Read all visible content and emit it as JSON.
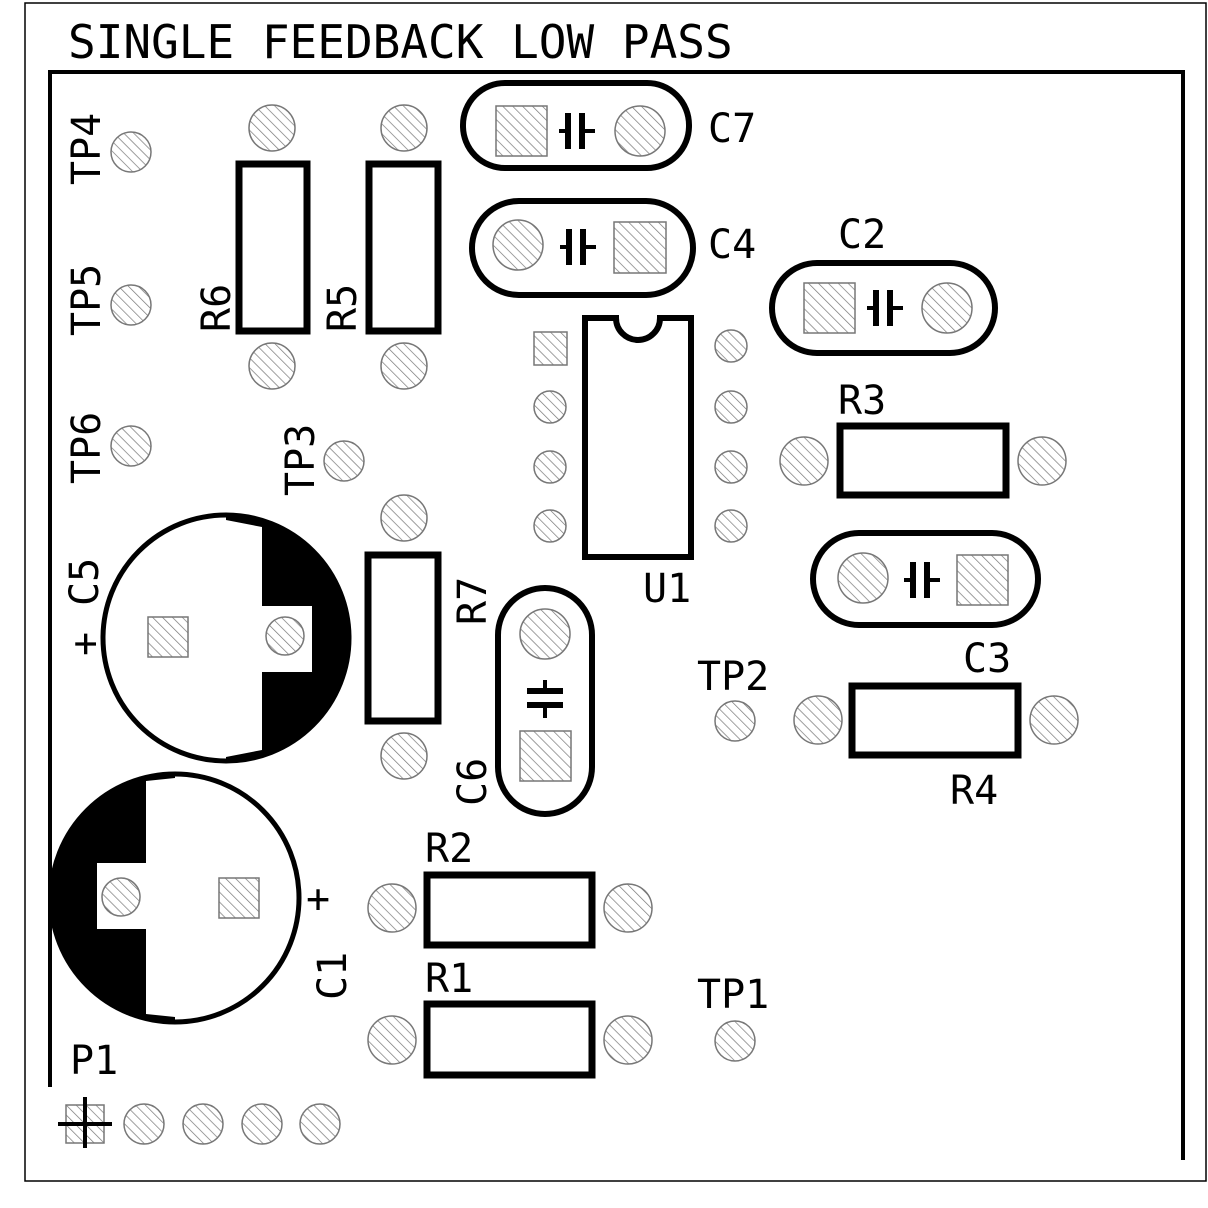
{
  "title": "SINGLE FEEDBACK LOW PASS",
  "components": {
    "r1": "R1",
    "r2": "R2",
    "r3": "R3",
    "r4": "R4",
    "r5": "R5",
    "r6": "R6",
    "r7": "R7",
    "c1": "C1",
    "c2": "C2",
    "c3": "C3",
    "c4": "C4",
    "c5": "C5",
    "c6": "C6",
    "c7": "C7",
    "u1": "U1",
    "p1": "P1"
  },
  "test_points": {
    "tp1": "TP1",
    "tp2": "TP2",
    "tp3": "TP3",
    "tp4": "TP4",
    "tp5": "TP5",
    "tp6": "TP6"
  },
  "polarity": {
    "c1_plus": "+",
    "c5_plus": "+"
  },
  "colors": {
    "ink": "#000000",
    "pad_hatch": "#777777",
    "background": "#ffffff"
  }
}
